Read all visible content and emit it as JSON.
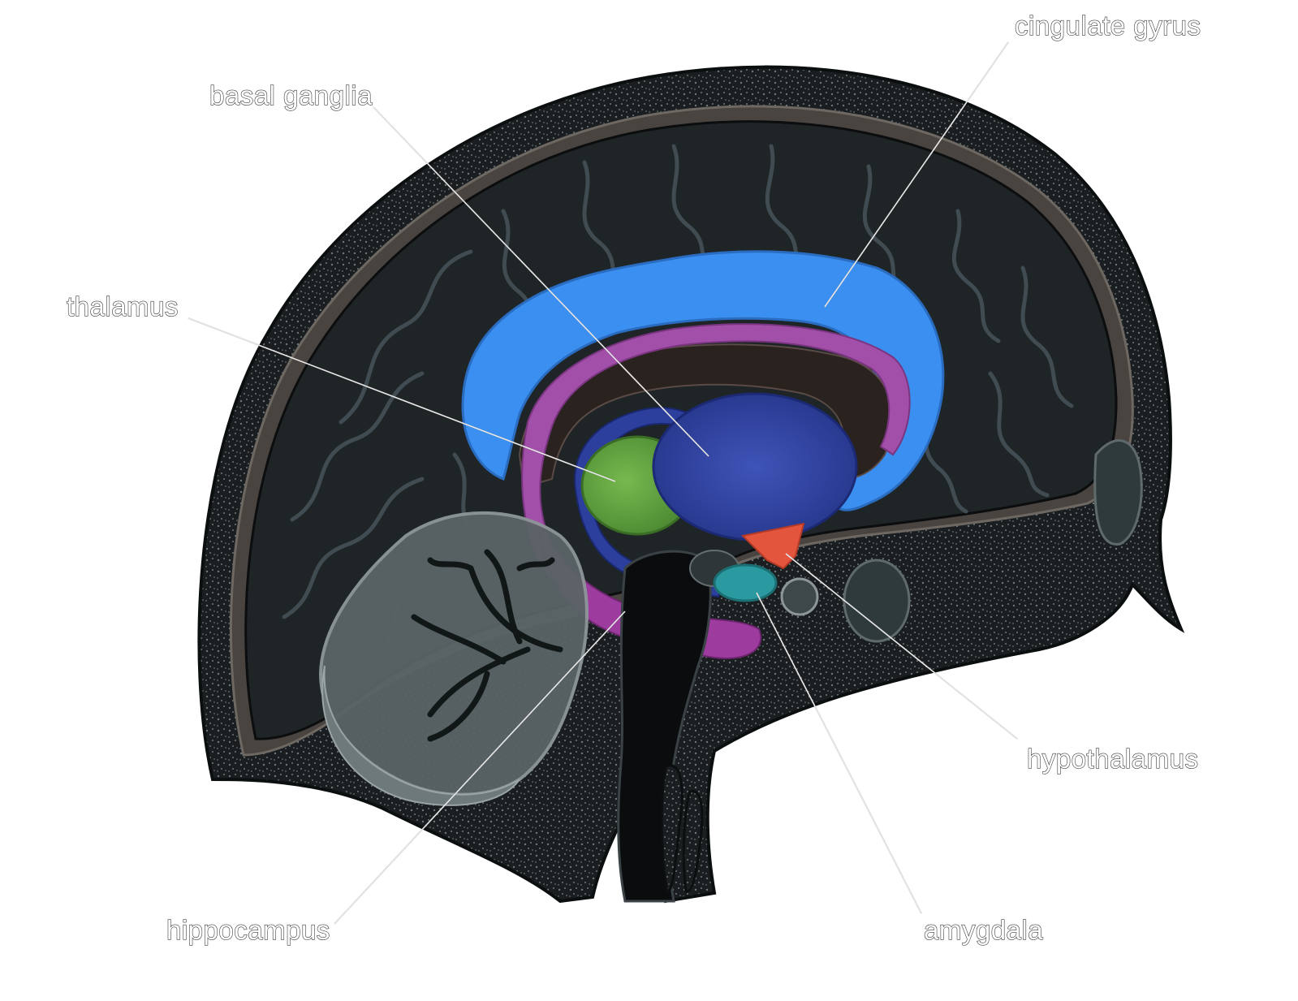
{
  "diagram": {
    "labels": {
      "cingulate_gyrus": "cingulate gyrus",
      "basal_ganglia": "basal ganglia",
      "thalamus": "thalamus",
      "hypothalamus": "hypothalamus",
      "hippocampus": "hippocampus",
      "amygdala": "amygdala"
    },
    "colors": {
      "background": "#ffffff",
      "brain_dark": "#1f2427",
      "skull_speckle": "#2a3033",
      "cingulate_gyrus": "#3b8ff0",
      "corpus_callosum": "#a14fa8",
      "basal_ganglia": "#2c3f9c",
      "thalamus": "#5c9b3f",
      "hippocampus": "#9d3c9e",
      "amygdala": "#2a9aa0",
      "hypothalamus": "#e4553e",
      "cerebellum": "#5a6466"
    }
  }
}
